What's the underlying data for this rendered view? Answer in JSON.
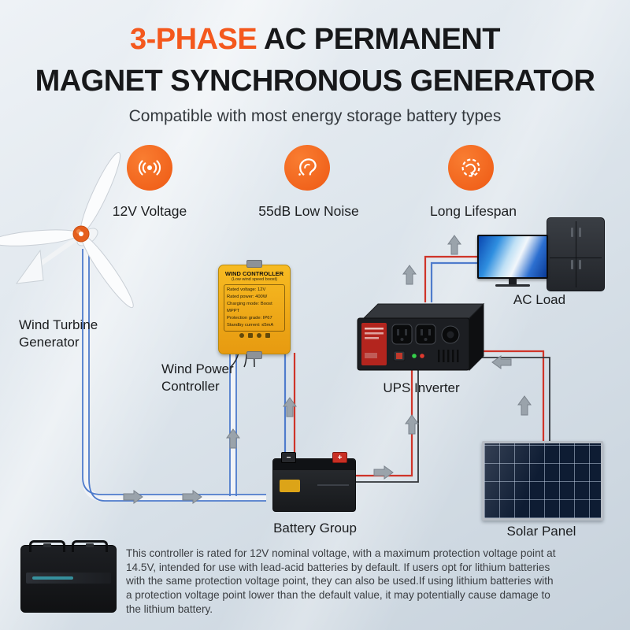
{
  "title": {
    "line1_highlight": "3-PHASE",
    "line1_rest": " AC PERMANENT",
    "line2": "MAGNET SYNCHRONOUS GENERATOR",
    "subtitle": "Compatible with most energy storage battery types"
  },
  "features": [
    {
      "icon": "voltage-icon",
      "label": "12V Voltage"
    },
    {
      "icon": "low-noise-ear-icon",
      "label": "55dB Low Noise"
    },
    {
      "icon": "lifespan-cycle-icon",
      "label": "Long Lifespan"
    }
  ],
  "diagram": {
    "wind_turbine_label": "Wind Turbine Generator",
    "controller_label": "Wind Power Controller",
    "controller_box": {
      "title": "WIND CONTROLLER",
      "subtitle": "(Low wind speed boost)",
      "specs": [
        "Rated voltage: 12V",
        "Rated power: 400W",
        "Charging mode: Boost MPPT",
        "Protection grade: IP67",
        "Standby current: ≤5mA"
      ]
    },
    "inverter_label": "UPS Inverter",
    "ac_load_label": "AC Load",
    "battery_group_label": "Battery Group",
    "solar_panel_label": "Solar Panel",
    "battery_plus": "+",
    "battery_minus": "−"
  },
  "footer": {
    "text": "This controller is rated for 12V nominal voltage, with a maximum protection voltage point at 14.5V, intended for use with lead-acid batteries by default. If users opt for lithium batteries with the same protection voltage point, they can also be used.If using lithium batteries with a protection voltage point lower than the default value, it may potentially cause damage to the lithium battery."
  },
  "colors": {
    "accent": "#f4581d",
    "wire_red": "#cf3429",
    "wire_blue": "#4f7ccc"
  }
}
